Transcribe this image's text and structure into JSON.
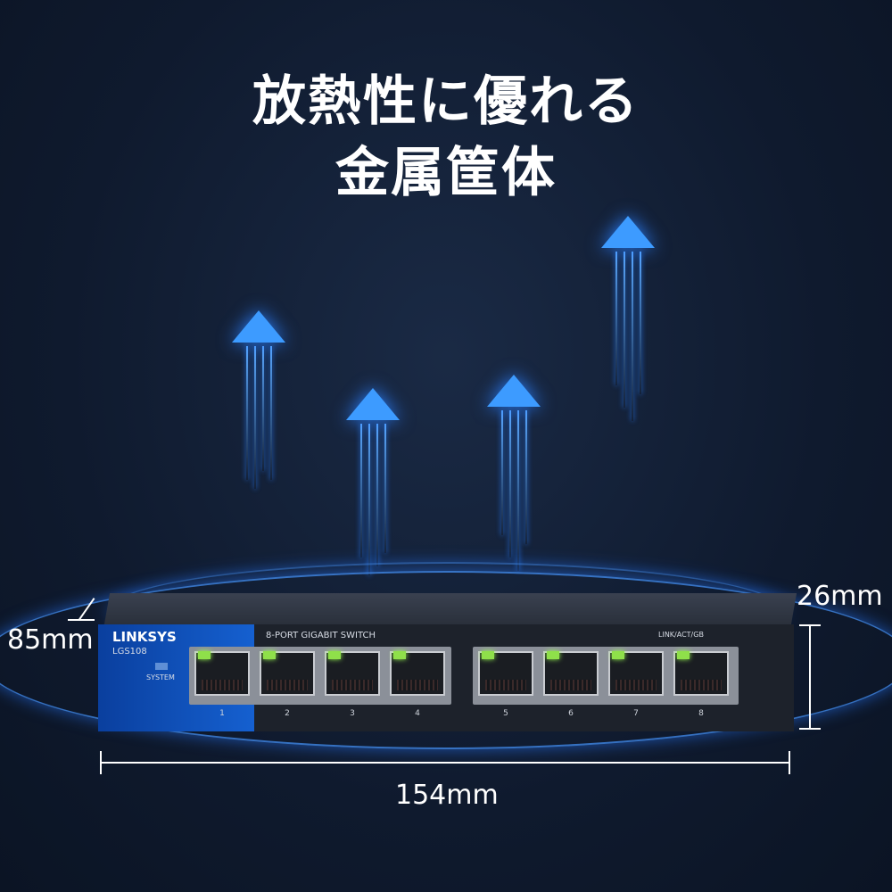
{
  "headline": {
    "line1": "放熱性に優れる",
    "line2": "金属筐体"
  },
  "product": {
    "brand": "LINKSYS",
    "model": "LGS108",
    "system_label": "SYSTEM",
    "description": "8-PORT GIGABIT SWITCH",
    "led_label": "LINK/ACT/GB",
    "ports": [
      "1",
      "2",
      "3",
      "4",
      "5",
      "6",
      "7",
      "8"
    ]
  },
  "dimensions": {
    "width": "154mm",
    "height": "26mm",
    "depth": "85mm"
  },
  "colors": {
    "background": "#0f1a2e",
    "arrow": "#3d9bff",
    "led": "#8fe04a",
    "panel": "#1560d0"
  }
}
